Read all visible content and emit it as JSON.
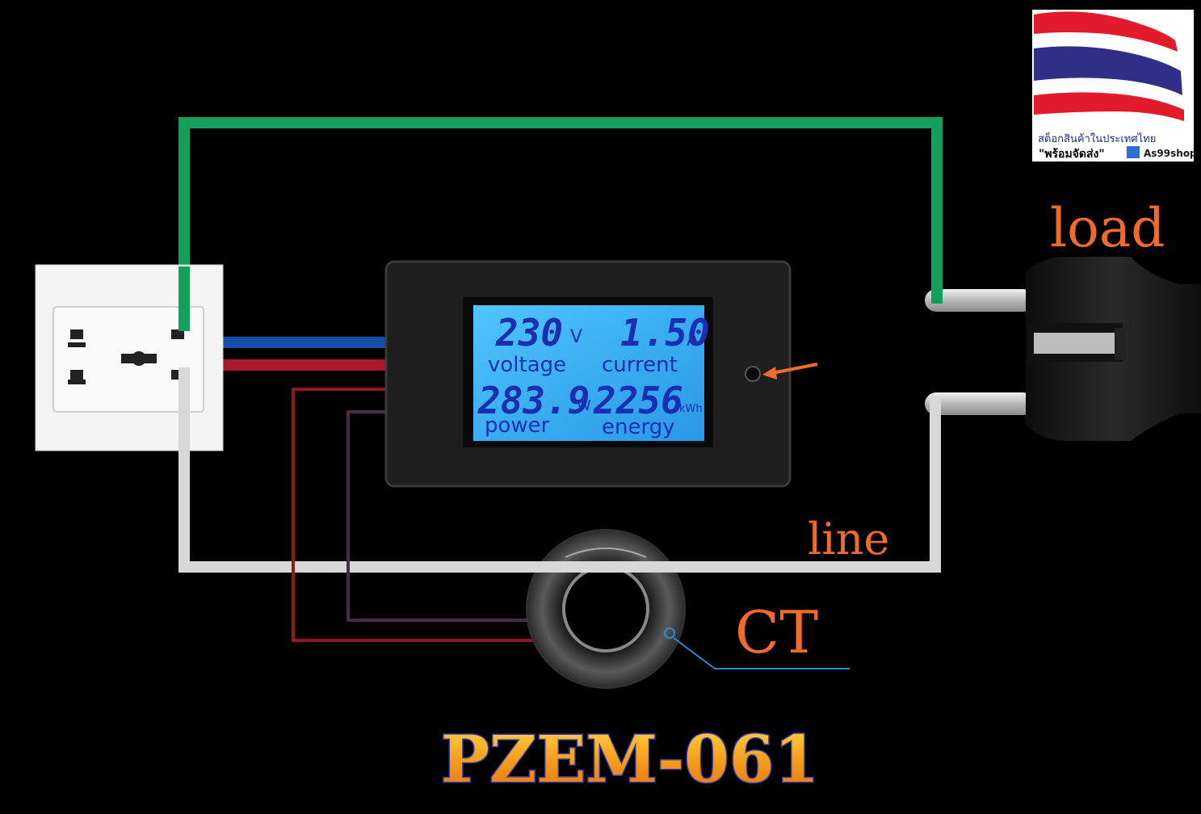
{
  "diagram": {
    "title": "PZEM-061",
    "labels": {
      "load": "load",
      "line": "line",
      "ct": "CT"
    },
    "meter": {
      "voltage_value": "230",
      "voltage_unit": "V",
      "voltage_label": "voltage",
      "current_value": "1.50",
      "current_unit": "A",
      "current_label": "current",
      "power_value": "283.9",
      "power_unit": "W",
      "power_label": "power",
      "energy_value": "2256",
      "energy_unit": "kWh",
      "energy_label": "energy"
    },
    "badge": {
      "line1": "สต็อกสินค้าในประเทศไทย",
      "line2": "\"พร้อมจัดส่ง\"",
      "shop": "As99shop"
    },
    "colors": {
      "green_wire": "#13a05a",
      "blue_wire": "#1550a8",
      "red_wire": "#a8182a",
      "white_wire": "#d8d8d8",
      "label_orange": "#f06a2a",
      "lcd_bg": "#39b6f5",
      "lcd_text": "#1a2fb0",
      "title_fill": "#f0a020"
    }
  }
}
